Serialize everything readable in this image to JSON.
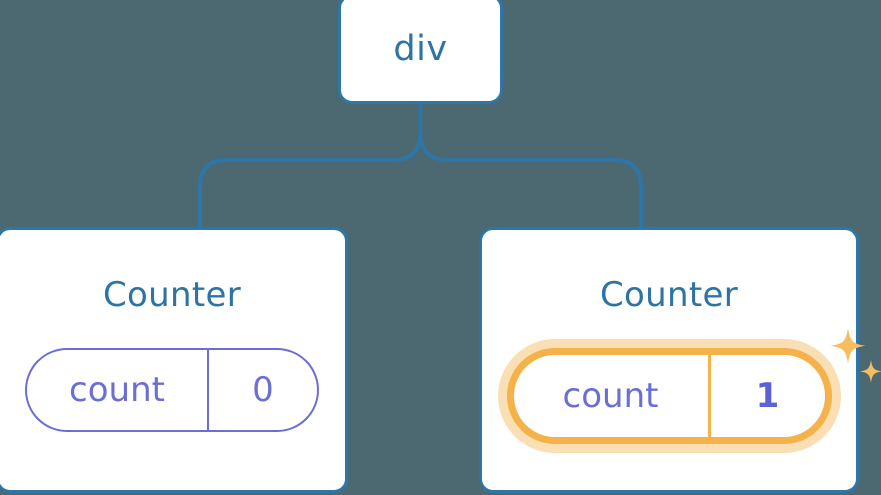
{
  "theme": {
    "background": "#4c6870",
    "card_background": "#ffffff",
    "card_border": "#2e76a8",
    "connector_color": "#2e76a8",
    "title_color": "#2d74a5",
    "state_color": "#6b6fd4",
    "highlight_ring": "#f5b24a",
    "highlight_glow": "#fbdfb4",
    "highlight_value_color": "#5b62d8"
  },
  "tree": {
    "root": {
      "label": "div"
    },
    "children": [
      {
        "title": "Counter",
        "state": {
          "key": "count",
          "value": "0"
        },
        "highlighted": false,
        "sparkle_icon": "none"
      },
      {
        "title": "Counter",
        "state": {
          "key": "count",
          "value": "1"
        },
        "highlighted": true,
        "sparkle_icon": "sparkles-icon"
      }
    ]
  }
}
